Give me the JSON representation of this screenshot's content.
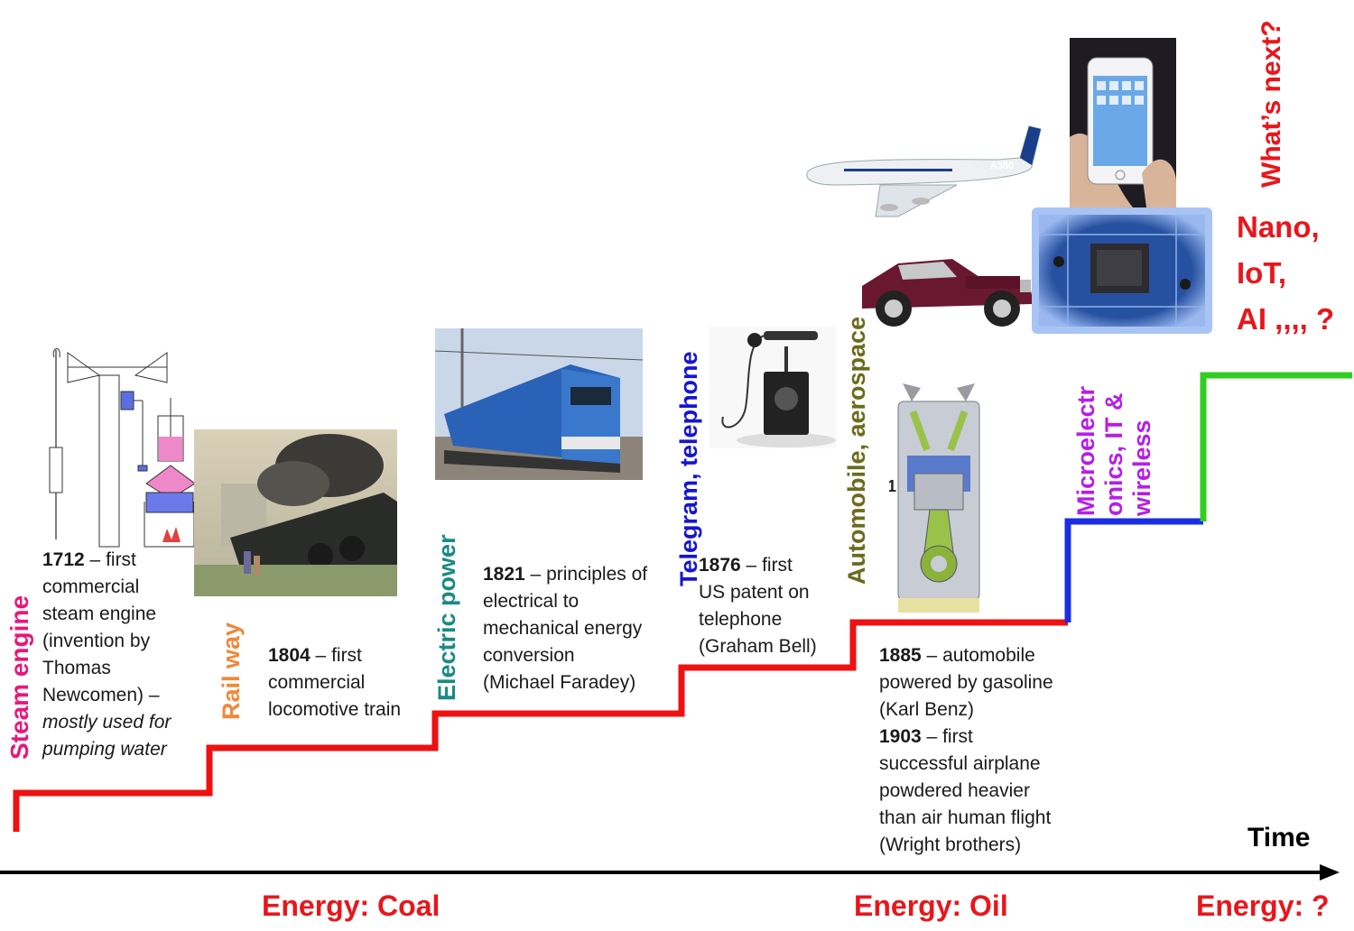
{
  "stages": [
    {
      "id": "steam",
      "label": "Steam engine",
      "color": "#e8177a",
      "year": "1712",
      "text_lines": [
        " – first",
        "commercial",
        "steam engine",
        "(invention by",
        "Thomas",
        "Newcomen) –"
      ],
      "italic_lines": [
        "mostly used for",
        "pumping water"
      ]
    },
    {
      "id": "rail",
      "label": "Rail way",
      "color": "#f0883a",
      "year": "1804",
      "text_lines": [
        " – first",
        "commercial",
        "locomotive train"
      ]
    },
    {
      "id": "electric",
      "label": "Electric power",
      "color": "#1a8a83",
      "year": "1821",
      "text_lines": [
        " – principles of",
        "electrical to",
        "mechanical energy",
        "conversion",
        "(Michael Faradey)"
      ]
    },
    {
      "id": "telegram",
      "label": "Telegram, telephone",
      "color": "#1515d0",
      "year": "1876",
      "text_lines": [
        " – first",
        "US patent on",
        "telephone",
        "(Graham Bell)"
      ]
    },
    {
      "id": "auto",
      "label": "Automobile, aerospace",
      "color": "#6b6b1e",
      "year": "1885",
      "text_lines": [
        " – automobile",
        "powered by gasoline",
        "(Karl Benz)"
      ],
      "year2": "1903",
      "text2_lines": [
        " – first",
        "successful airplane",
        "powdered heavier",
        "than air human flight",
        "(Wright brothers)"
      ]
    },
    {
      "id": "micro",
      "label_lines": [
        "Microelectr",
        "onics, IT &",
        "wireless"
      ],
      "color": "#b51ee8"
    }
  ],
  "whats_next": {
    "question": "What’s next?",
    "lines": [
      "Nano,",
      "IoT,",
      "AI ,,,, ?"
    ],
    "color": "#e8161b"
  },
  "axis": {
    "label": "Time"
  },
  "energies": [
    "Energy: Coal",
    "Energy: Oil",
    "Energy: ?"
  ],
  "step_colors": {
    "coal": "#ee1111",
    "microelectronics": "#1a2ee0",
    "next": "#33cc22"
  },
  "images": [
    "steam-engine-diagram",
    "steam-locomotive-photo",
    "electric-train-photo",
    "candlestick-telephone-photo",
    "vintage-car-photo",
    "engine-cutaway-diagram",
    "airbus-a380-photo",
    "microchip-photo",
    "smartphone-photo"
  ],
  "engine_part_label": "1",
  "plane_text": "A380"
}
